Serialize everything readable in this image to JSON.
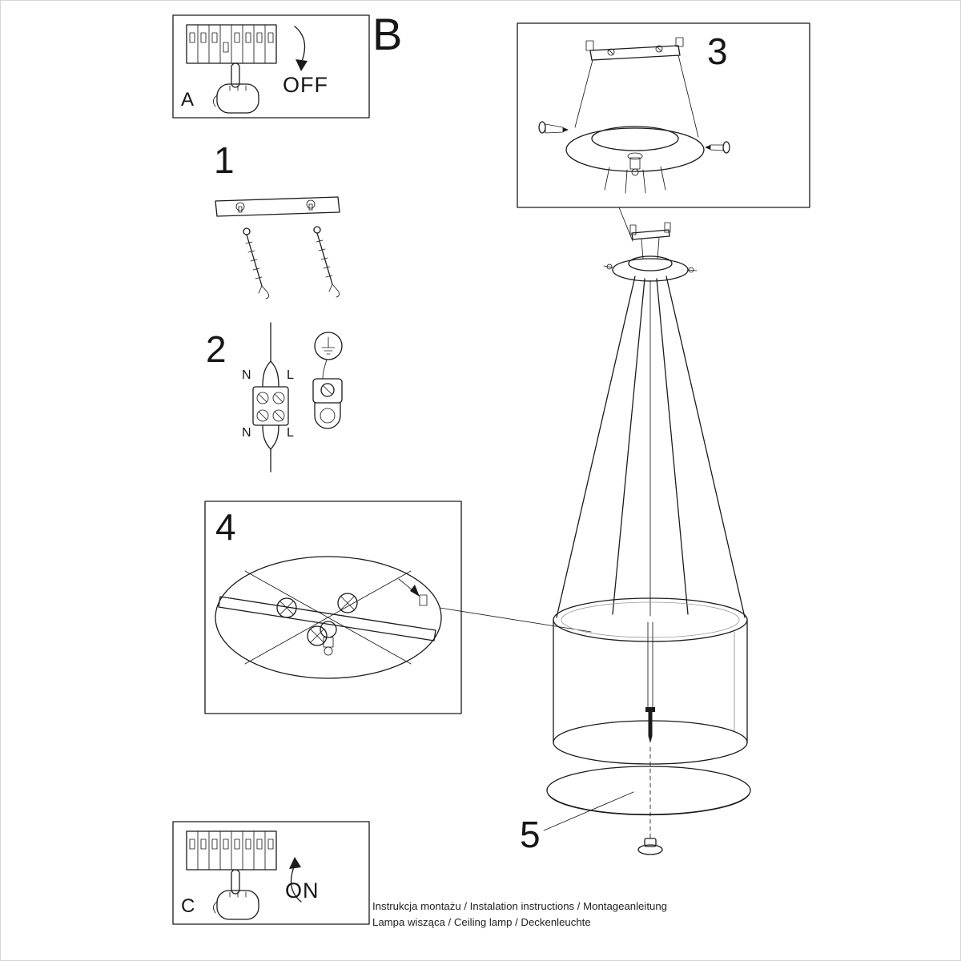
{
  "doc": {
    "section_b": "B",
    "steps": {
      "s1": "1",
      "s2": "2",
      "s3": "3",
      "s4": "4",
      "s5": "5"
    },
    "panel_a": {
      "label": "A",
      "action": "OFF"
    },
    "panel_c": {
      "label": "C",
      "action": "ON"
    },
    "wiring": {
      "top_n": "N",
      "top_l": "L",
      "bottom_n": "N",
      "bottom_l": "L"
    },
    "footer": {
      "line1": "Instrukcja montażu / Instalation instructions / Montageanleitung",
      "line2": "Lampa wisząca / Ceiling lamp / Deckenleuchte"
    }
  },
  "colors": {
    "line": "#1b1b1b",
    "background": "#ffffff",
    "page_border": "#d6d6d6"
  }
}
